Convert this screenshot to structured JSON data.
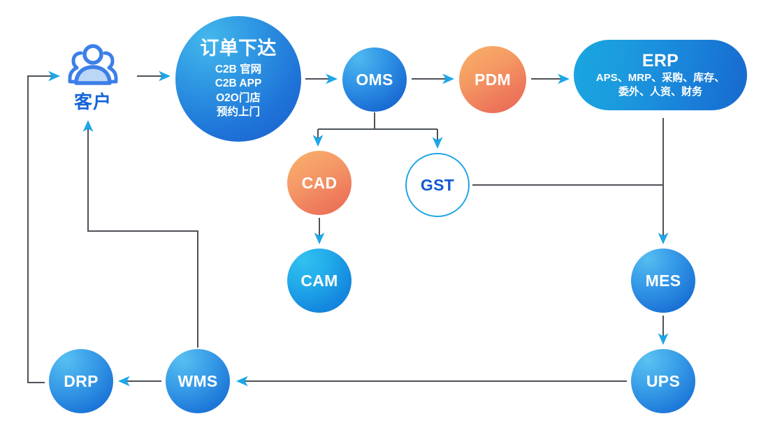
{
  "diagram": {
    "title": "Order-to-Delivery System Flow",
    "background": "#ffffff",
    "line_color": "#4D5258",
    "arrow_color": "#1CA7E8"
  },
  "nodes": {
    "customer": {
      "icon": "users-icon",
      "label": "客户"
    },
    "order": {
      "title": "订单下达",
      "sub_lines": [
        "C2B 官网",
        "C2B APP",
        "O2O门店",
        "预约上门"
      ],
      "sub_text": "C2B 官网\nC2B APP\nO2O门店\n预约上门",
      "color_from": "#44B7EC",
      "color_to": "#1A5FCC"
    },
    "oms": {
      "title": "OMS",
      "color_from": "#4FB9EE",
      "color_to": "#1558C2"
    },
    "pdm": {
      "title": "PDM",
      "color_from": "#F8B169",
      "color_to": "#E96352"
    },
    "erp": {
      "title": "ERP",
      "sub_lines": [
        "APS、MRP、采购、库存、",
        "委外、人资、财务"
      ],
      "sub_text": "APS、MRP、采购、库存、\n委外、人资、财务",
      "color_from": "#19A6E0",
      "color_to": "#1769CE"
    },
    "cad": {
      "title": "CAD",
      "color_from": "#F8B26C",
      "color_to": "#EA6A54"
    },
    "gst": {
      "title": "GST",
      "border_color": "#1FA5E6",
      "text_color": "#1358CF",
      "fill": "#ffffff"
    },
    "cam": {
      "title": "CAM",
      "color_from": "#32C0F0",
      "color_to": "#1277D6"
    },
    "mes": {
      "title": "MES",
      "color_from": "#55BDF0",
      "color_to": "#1660C8"
    },
    "ups": {
      "title": "UPS",
      "color_from": "#5BC2F2",
      "color_to": "#1766CB"
    },
    "wms": {
      "title": "WMS",
      "color_from": "#57BFF1",
      "color_to": "#1663C9"
    },
    "drp": {
      "title": "DRP",
      "color_from": "#57BFF1",
      "color_to": "#1663C9"
    }
  },
  "edges": [
    {
      "from": "customer",
      "to": "order"
    },
    {
      "from": "order",
      "to": "oms"
    },
    {
      "from": "oms",
      "to": "pdm"
    },
    {
      "from": "pdm",
      "to": "erp"
    },
    {
      "from": "oms",
      "to": "cad"
    },
    {
      "from": "oms",
      "to": "gst"
    },
    {
      "from": "cad",
      "to": "cam"
    },
    {
      "from": "gst",
      "to": "erp-mes-trunk"
    },
    {
      "from": "erp",
      "to": "mes"
    },
    {
      "from": "mes",
      "to": "ups"
    },
    {
      "from": "ups",
      "to": "wms"
    },
    {
      "from": "wms",
      "to": "drp"
    },
    {
      "from": "wms",
      "to": "customer"
    },
    {
      "from": "drp",
      "to": "customer"
    }
  ]
}
